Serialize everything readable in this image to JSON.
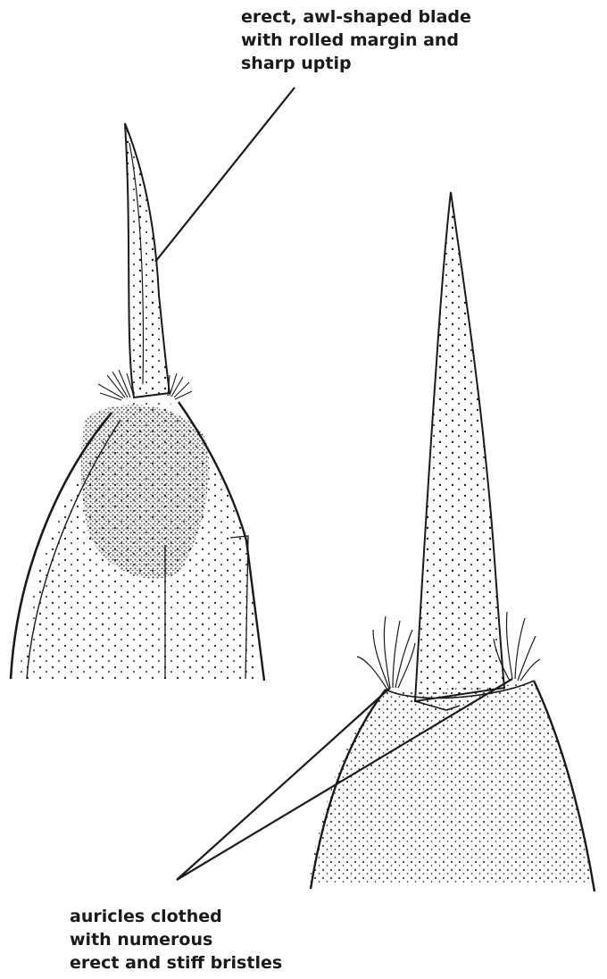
{
  "labels": {
    "blade": {
      "lines": [
        "erect, awl-shaped blade",
        "with rolled margin and",
        "sharp uptip"
      ]
    },
    "auricles": {
      "lines": [
        "auricles clothed",
        "with numerous",
        "erect and stiff bristles"
      ]
    }
  },
  "colors": {
    "ink": "#1a1a1a",
    "paper": "#ffffff"
  }
}
